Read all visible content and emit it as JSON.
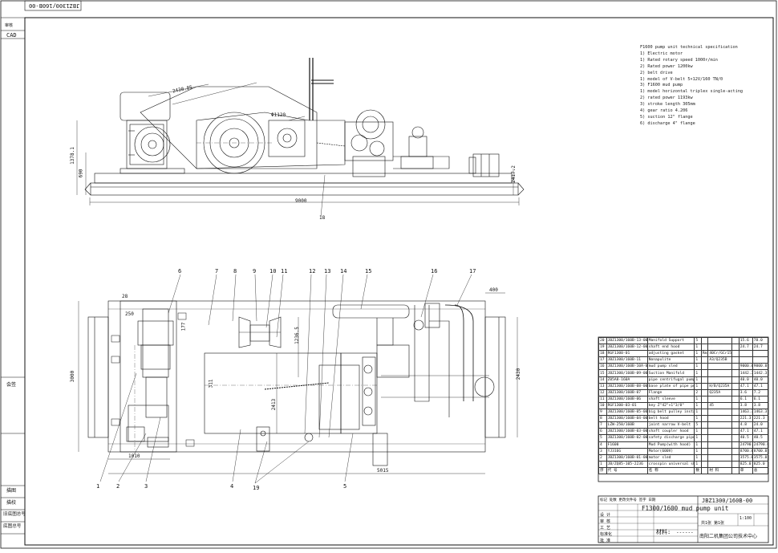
{
  "frame": {
    "top_code": "JBZ1300/160B-00",
    "cad": "CAD",
    "side_labels": [
      "审核",
      "会签",
      "描图",
      "描校",
      "旧底图总号",
      "底图总号"
    ]
  },
  "dimensions": {
    "side_top": "2430.85",
    "side_height_left": "1378.1",
    "side_h2": "690",
    "side_r": "2417.2",
    "side_length": "9000",
    "top_w1": "250",
    "top_w2": "28",
    "top_w3": "177",
    "top_h": "3000",
    "top_c": "1010",
    "top_len": "5015",
    "top_right": "400",
    "top_right2": "2430",
    "mid1": "1236.5",
    "mid2": "2413",
    "mid3": "311",
    "dia": "Φ1120"
  },
  "part_numbers": [
    "1",
    "2",
    "3",
    "4",
    "5",
    "6",
    "7",
    "8",
    "9",
    "10",
    "11",
    "12",
    "13",
    "14",
    "15",
    "16",
    "17",
    "18",
    "19"
  ],
  "spec_lines": [
    "F1600 pump unit technical specification",
    "1) Electric motor",
    "1) Rated rotary speed    1000r/min",
    "2) Rated power         1200kw",
    "2) belt drive",
    "1) model of V-belt     5×12V/160 TN/0",
    "3) F1600 mud pump",
    "1) model       horizontal triplex single-acting",
    "2) rated power         1193kw",
    "3) stroke length       305mm",
    "4) gear ratio          4.206",
    "5) suction             12\" flange",
    "6) discharge           4\" flange"
  ],
  "bom_rows": [
    [
      "20",
      "JBZ1300/160B-13-00",
      "Manifold Support",
      "5",
      "",
      "",
      "",
      "15.6",
      "78.0"
    ],
    [
      "19",
      "JBZ1300/160B-12-00",
      "shaft end hood",
      "1",
      "",
      "",
      "",
      "24.7",
      "24.7"
    ],
    [
      "18",
      "RGF1300-01",
      "adjusting gasket",
      "1",
      "Rmin",
      "40Cr/GCr15A",
      "",
      "",
      ""
    ],
    [
      "17",
      "JBZ1300/160B-11",
      "Nonapulite",
      "1",
      "",
      "A3/Q235B",
      "",
      "",
      ""
    ],
    [
      "16",
      "JBZ1300/160B-10A-00(L,R,B)",
      "mud pump sled",
      "1",
      "",
      "",
      "",
      "9000.0",
      "9000.0"
    ],
    [
      "15",
      "JBZ1300/160B-09-00",
      "Suction Manifold",
      "1",
      "",
      "",
      "",
      "1442.3",
      "1442.3"
    ],
    [
      "14",
      "Z05A8-160A",
      "pipe centrifugal pump",
      "1",
      "",
      "",
      "",
      "40.0",
      "40.0"
    ],
    [
      "13",
      "JBZ1300/160B-08-00",
      "base plate of pipe pump",
      "1",
      "",
      "H/B/Q235A",
      "",
      "47.1",
      "47.1"
    ],
    [
      "12",
      "JBZ1300/160B-07",
      "Flange",
      "2",
      "",
      "Q235A",
      "",
      "3.6",
      "7.2"
    ],
    [
      "11",
      "JBZ1300/160B-06",
      "shaft sleeve",
      "1",
      "",
      "",
      "",
      "6.1",
      "6.1"
    ],
    [
      "10",
      "RGF1300-03-01",
      "key Z\"42\"×1\"3/8\"",
      "1",
      "",
      "45",
      "",
      "3.8",
      "3.8"
    ],
    [
      "9",
      "JBZ1300/160B-05-00",
      "big belt pulley installation",
      "1",
      "",
      "",
      "",
      "1463.3",
      "1463.3"
    ],
    [
      "8",
      "JBZ1300/160B-04-00",
      "belt hood",
      "1",
      "",
      "",
      "",
      "221.3",
      "221.3"
    ],
    [
      "7",
      "LZW-250/160B",
      "joint narrow V-belt",
      "5",
      "",
      "",
      "",
      "4.8",
      "24.0"
    ],
    [
      "6",
      "JBZ1300/160B-03-00",
      "shaft coupler hood",
      "1",
      "",
      "",
      "",
      "47.1",
      "47.1"
    ],
    [
      "5",
      "JBZ1300/160B-02-00",
      "safety discharge pipeline",
      "1",
      "",
      "",
      "",
      "40.5",
      "40.5"
    ],
    [
      "4",
      "F1600",
      "Mud Pump(with hood)",
      "1",
      "",
      "",
      "",
      "24790.0",
      "24790.0"
    ],
    [
      "3",
      "YJ316G",
      "Motor(600V)",
      "1",
      "",
      "",
      "",
      "8700.0",
      "8700.0"
    ],
    [
      "2",
      "JBZ1300/160B-01-00",
      "motor sled",
      "1",
      "",
      "",
      "",
      "3575.0",
      "3575.0"
    ],
    [
      "1",
      "JB/ZQ85-105-2236",
      "crosspin universal shaft coupler",
      "1",
      "",
      "",
      "",
      "825.0",
      "825.0"
    ]
  ],
  "bom_header": [
    "序",
    "代  号",
    "名         称",
    "数",
    "材   料",
    "单",
    "总",
    "备 注"
  ],
  "title_block": {
    "drawing_no": "JBZ1300/160B-00",
    "title": "F1300/1600 mud pump unit",
    "material_label": "材料:",
    "material_value": "------",
    "company": "南阳二机集团公司技术中心",
    "scale": "1:100",
    "sheet": "共1张 第1张",
    "rows": [
      "标记 处数 更改文件号 签字 日期",
      "设 计",
      "审 核",
      "工 艺",
      "标准化",
      "批 准"
    ]
  }
}
